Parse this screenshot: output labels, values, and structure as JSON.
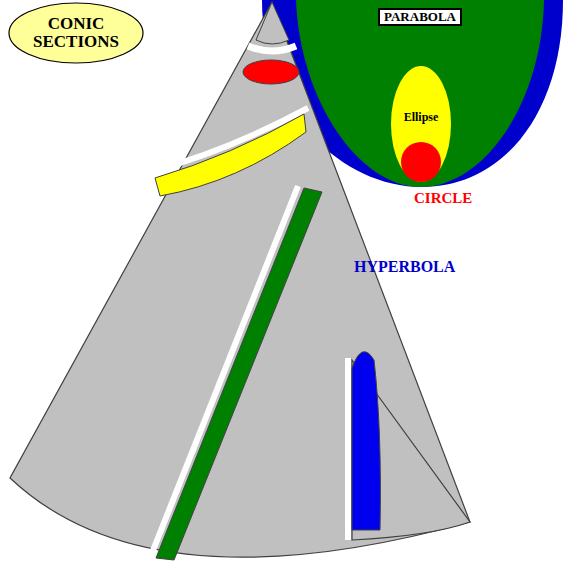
{
  "diagram": {
    "nodes": [
      {
        "text": [
          "CONIC SECTIONS"
        ]
      },
      {
        "text": [
          "PARABOLA"
        ]
      },
      {
        "text": [
          "Ellipse"
        ],
        "in": 1
      }
    ],
    "labels": [
      "CIRCLE",
      "HYPERBOLA"
    ]
  }
}
